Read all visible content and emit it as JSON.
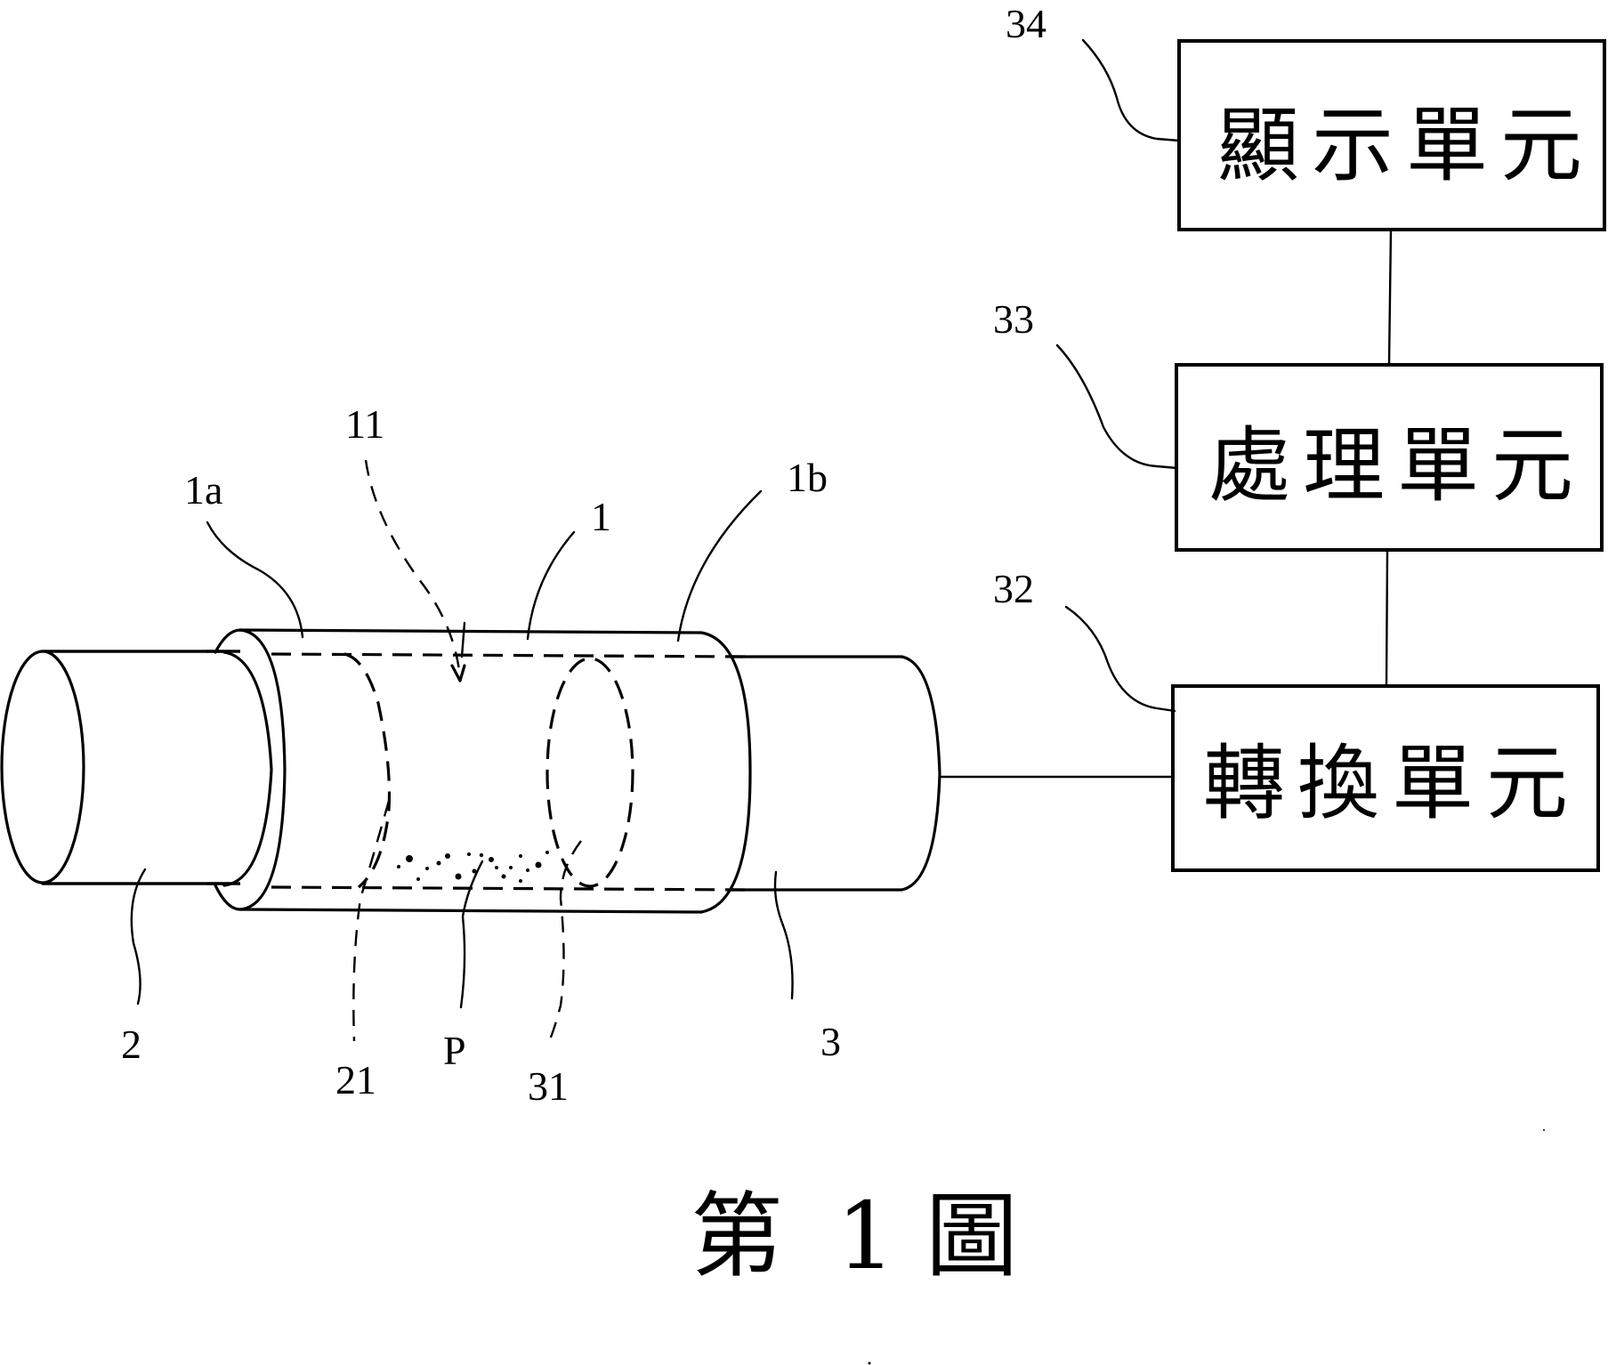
{
  "figure": {
    "caption": {
      "prefix": "第",
      "number": "1",
      "suffix": "圖"
    }
  },
  "units": [
    {
      "id": "display",
      "ref": "34",
      "label": "顯示單元"
    },
    {
      "id": "processing",
      "ref": "33",
      "label": "處理單元"
    },
    {
      "id": "conversion",
      "ref": "32",
      "label": "轉換單元"
    }
  ],
  "parts": {
    "sleeve": {
      "ref": "1"
    },
    "sleeve_end_a": {
      "ref": "1a"
    },
    "sleeve_end_b": {
      "ref": "1b"
    },
    "cavity": {
      "ref": "11"
    },
    "first_fiber": {
      "ref": "2"
    },
    "first_fiber_end": {
      "ref": "21"
    },
    "second_fiber": {
      "ref": "3"
    },
    "second_fiber_end": {
      "ref": "31"
    },
    "particles": {
      "ref": "P"
    }
  }
}
